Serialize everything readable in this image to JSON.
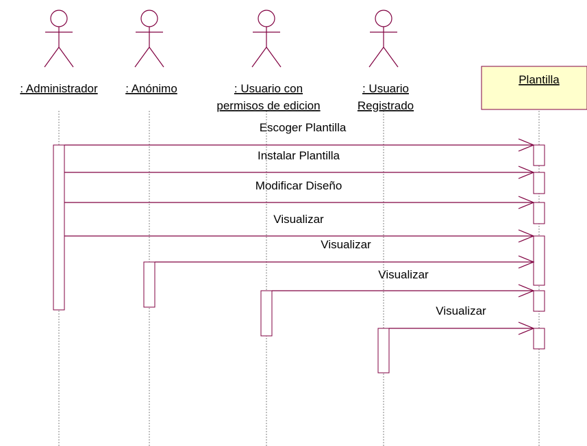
{
  "actors": [
    {
      "id": "admin",
      "lines": [
        ": Administrador"
      ]
    },
    {
      "id": "anon",
      "lines": [
        ": Anónimo"
      ]
    },
    {
      "id": "editor",
      "lines": [
        ": Usuario con ",
        "permisos de edicion"
      ]
    },
    {
      "id": "registered",
      "lines": [
        ": Usuario ",
        "Registrado"
      ]
    }
  ],
  "object": {
    "id": "template",
    "label": "Plantilla"
  },
  "messages": [
    {
      "from": "admin",
      "to": "template",
      "label": "Escoger Plantilla"
    },
    {
      "from": "admin",
      "to": "template",
      "label": "Instalar Plantilla"
    },
    {
      "from": "admin",
      "to": "template",
      "label": "Modificar Diseño"
    },
    {
      "from": "admin",
      "to": "template",
      "label": "Visualizar"
    },
    {
      "from": "anon",
      "to": "template",
      "label": "Visualizar"
    },
    {
      "from": "editor",
      "to": "template",
      "label": "Visualizar"
    },
    {
      "from": "registered",
      "to": "template",
      "label": "Visualizar"
    }
  ],
  "colors": {
    "lifeline": "#808080",
    "message": "#800040",
    "activation": "#800040",
    "object_fill": "#ffffcc",
    "object_border": "#800040",
    "actor": "#800040"
  }
}
